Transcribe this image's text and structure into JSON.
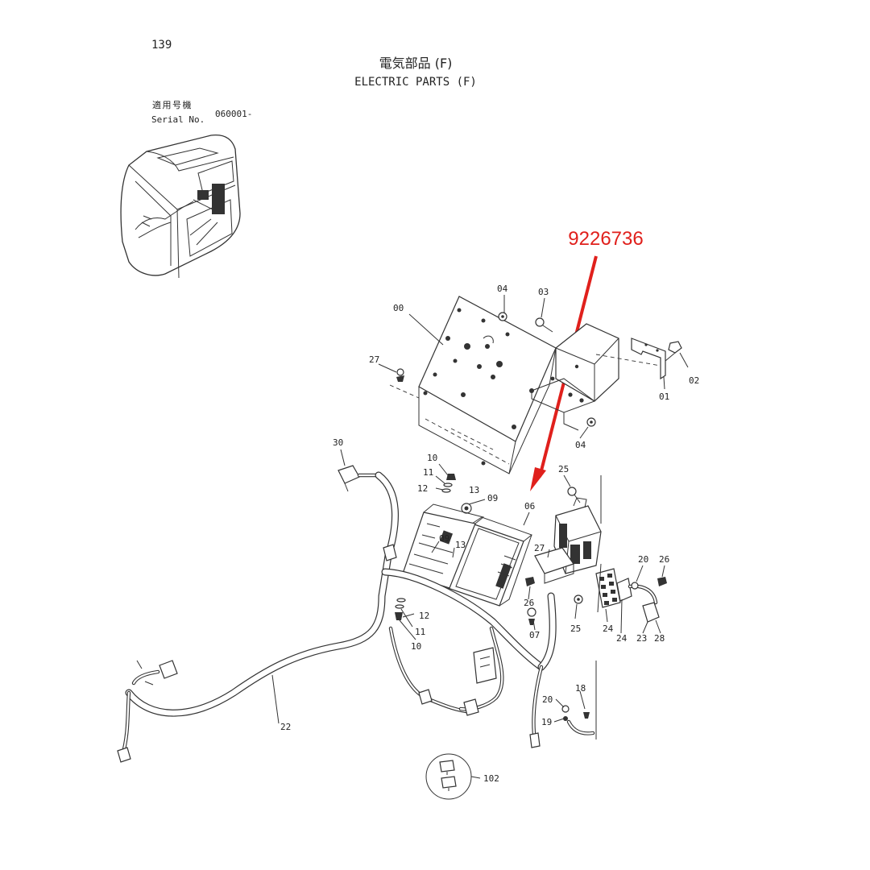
{
  "page_number": "139",
  "title_jp": "電気部品 (F)",
  "title_en": "ELECTRIC PARTS (F)",
  "serial": {
    "label_jp": "適用号機",
    "label_en": "Serial No.",
    "value": "060001-"
  },
  "highlight": {
    "part_number": "9226736",
    "color": "#e0201c"
  },
  "callouts": [
    {
      "id": "c00",
      "text": "00"
    },
    {
      "id": "c01",
      "text": "01"
    },
    {
      "id": "c02",
      "text": "02"
    },
    {
      "id": "c03",
      "text": "03"
    },
    {
      "id": "c04a",
      "text": "04"
    },
    {
      "id": "c04b",
      "text": "04"
    },
    {
      "id": "c06",
      "text": "06"
    },
    {
      "id": "c07",
      "text": "07"
    },
    {
      "id": "c09a",
      "text": "09"
    },
    {
      "id": "c09b",
      "text": "09"
    },
    {
      "id": "c10a",
      "text": "10"
    },
    {
      "id": "c10b",
      "text": "10"
    },
    {
      "id": "c11a",
      "text": "11"
    },
    {
      "id": "c11b",
      "text": "11"
    },
    {
      "id": "c12a",
      "text": "12"
    },
    {
      "id": "c12b",
      "text": "12"
    },
    {
      "id": "c13a",
      "text": "13"
    },
    {
      "id": "c13b",
      "text": "13"
    },
    {
      "id": "c18",
      "text": "18"
    },
    {
      "id": "c19",
      "text": "19"
    },
    {
      "id": "c20a",
      "text": "20"
    },
    {
      "id": "c20b",
      "text": "20"
    },
    {
      "id": "c22",
      "text": "22"
    },
    {
      "id": "c23",
      "text": "23"
    },
    {
      "id": "c24a",
      "text": "24"
    },
    {
      "id": "c24b",
      "text": "24"
    },
    {
      "id": "c25a",
      "text": "25"
    },
    {
      "id": "c25b",
      "text": "25"
    },
    {
      "id": "c26a",
      "text": "26"
    },
    {
      "id": "c26b",
      "text": "26"
    },
    {
      "id": "c27a",
      "text": "27"
    },
    {
      "id": "c27b",
      "text": "27"
    },
    {
      "id": "c28",
      "text": "28"
    },
    {
      "id": "c30",
      "text": "30"
    },
    {
      "id": "c102",
      "text": "102"
    }
  ]
}
